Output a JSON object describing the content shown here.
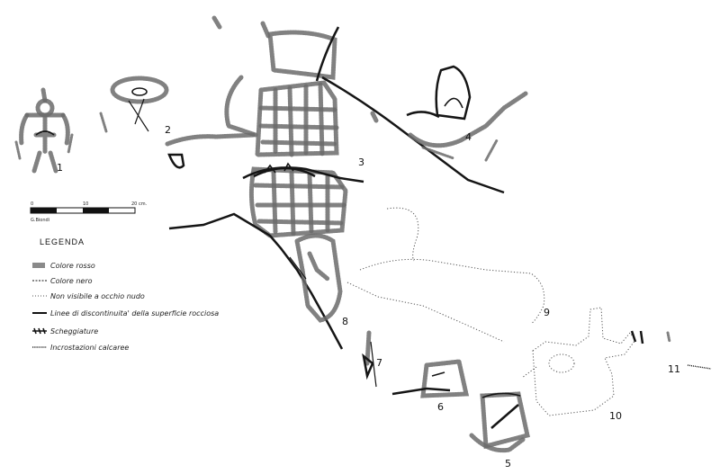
{
  "figure_numbers": [
    "1",
    "2",
    "3",
    "4",
    "5",
    "6",
    "7",
    "8",
    "9",
    "10",
    "11"
  ],
  "scale": {
    "ticks": [
      "0",
      "10",
      "20 cm."
    ],
    "author": "G.Biondi"
  },
  "legend": {
    "title": "LEGENDA",
    "items": [
      {
        "key": "red",
        "label": "Colore rosso"
      },
      {
        "key": "black",
        "label": "Colore nero"
      },
      {
        "key": "invisible",
        "label": "Non visibile a occhio nudo"
      },
      {
        "key": "discontinuity",
        "label": "Linee di discontinuita' della superficie rocciosa"
      },
      {
        "key": "flaking",
        "label": "Scheggiature"
      },
      {
        "key": "incrustation",
        "label": "Incrostazioni calcaree"
      }
    ]
  },
  "colors": {
    "ink": "#151515",
    "red_pigment_rendered": "#6b6b6b",
    "paper": "#ffffff"
  }
}
